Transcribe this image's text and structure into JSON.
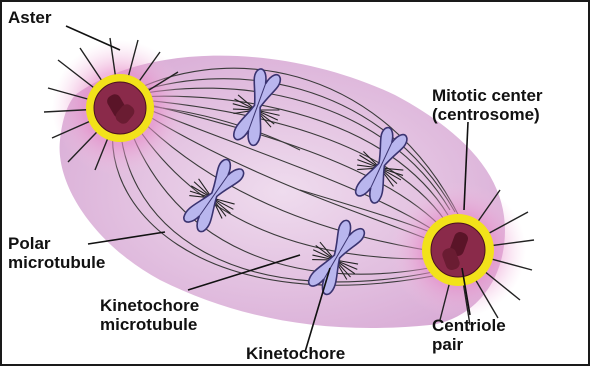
{
  "labels": {
    "aster": "Aster",
    "mitotic_center": "Mitotic center",
    "centrosome": "(centrosome)",
    "polar_microtubule_1": "Polar",
    "polar_microtubule_2": "microtubule",
    "kinetochore_microtubule_1": "Kinetochore",
    "kinetochore_microtubule_2": "microtubule",
    "kinetochore": "Kinetochore",
    "centriole_pair_1": "Centriole",
    "centriole_pair_2": "pair"
  },
  "colors": {
    "spindle_fill": "#e6c6e4",
    "halo": "#e07fc0",
    "centrosome_ring": "#f2e21a",
    "centrosome_core": "#8a2a4a",
    "chromosome_fill": "#b9b6ee",
    "chromosome_stroke": "#3a3370",
    "fiber_stroke": "#2a2a2a"
  },
  "icons": {
    "centrosome_left": "centrosome-icon",
    "centrosome_right": "centrosome-icon",
    "chromosome": "chromosome-icon"
  }
}
